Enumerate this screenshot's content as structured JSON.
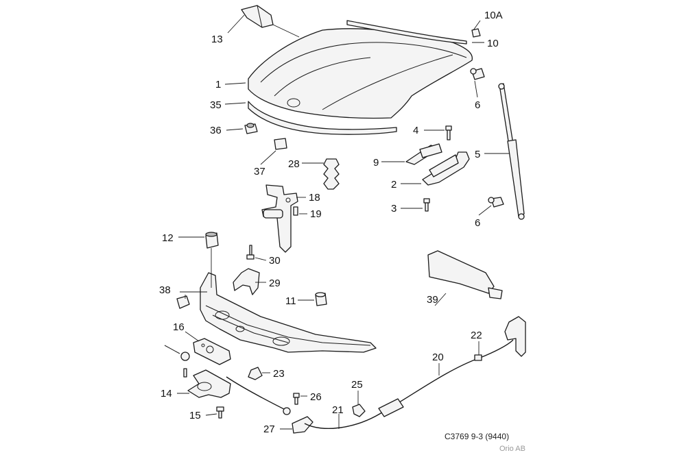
{
  "callouts": {
    "c1": "1",
    "c2": "2",
    "c3": "3",
    "c4": "4",
    "c5": "5",
    "c6a": "6",
    "c6b": "6",
    "c9": "9",
    "c10": "10",
    "c10a": "10A",
    "c11": "11",
    "c12": "12",
    "c13": "13",
    "c14": "14",
    "c15": "15",
    "c16": "16",
    "c18": "18",
    "c19": "19",
    "c20": "20",
    "c21": "21",
    "c22": "22",
    "c23": "23",
    "c25": "25",
    "c26": "26",
    "c27": "27",
    "c28": "28",
    "c29": "29",
    "c30": "30",
    "c35": "35",
    "c36": "36",
    "c37": "37",
    "c38": "38",
    "c39": "39"
  },
  "caption": {
    "code": "C3769 9-3 (9440)",
    "publisher": "Orio AB"
  }
}
